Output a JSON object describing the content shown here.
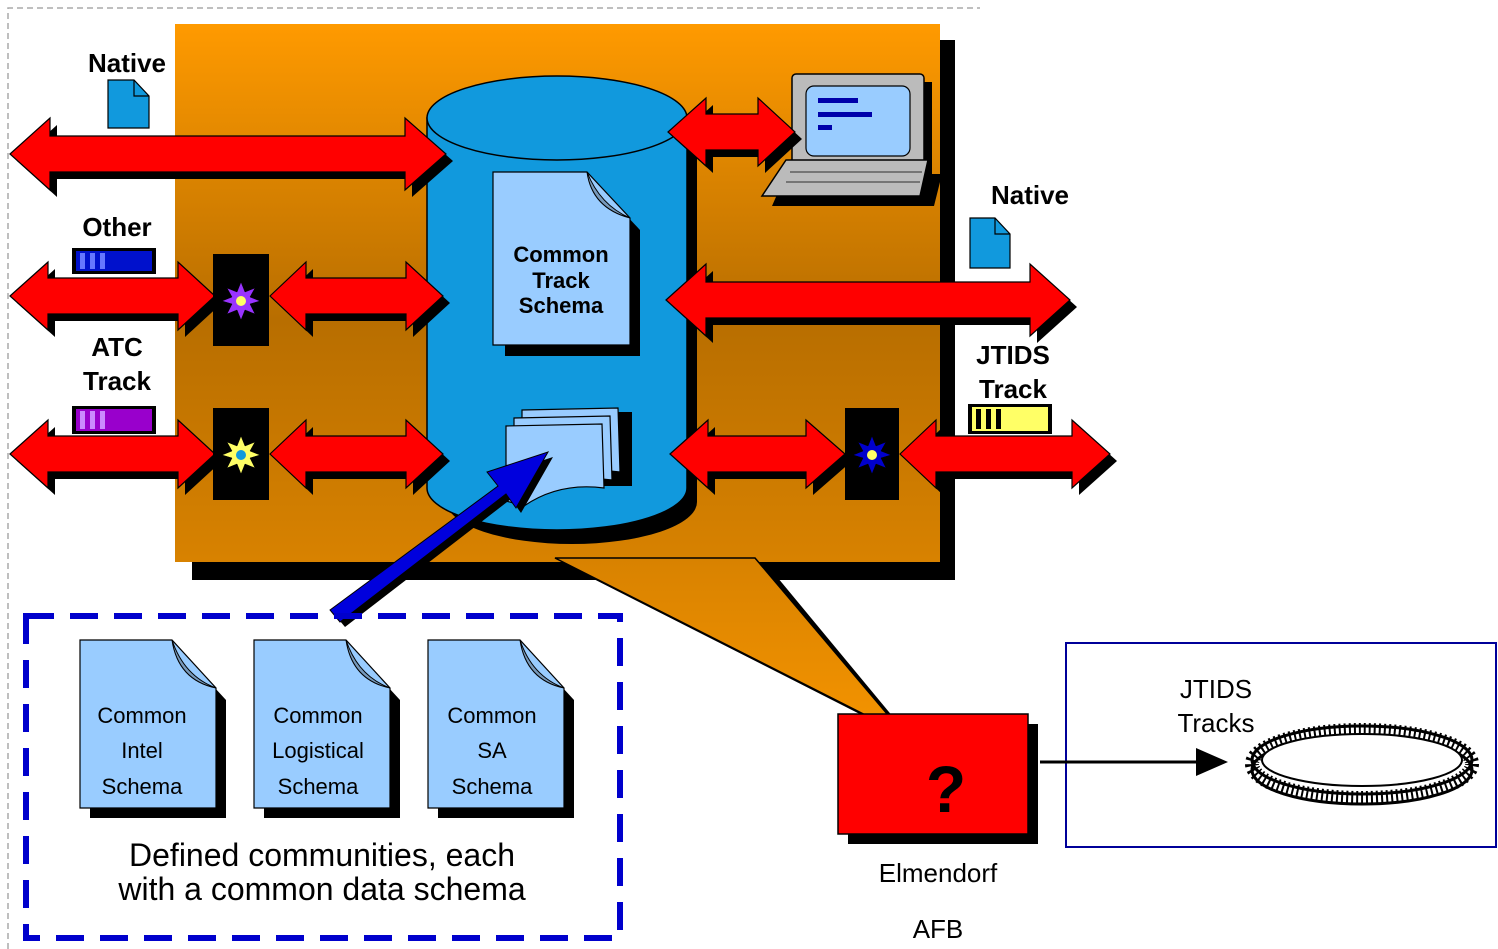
{
  "left_labels": {
    "native": "Native",
    "other": "Other",
    "atc_line1": "ATC",
    "atc_line2": "Track"
  },
  "right_labels": {
    "native": "Native",
    "jtids_line1": "JTIDS",
    "jtids_line2": "Track"
  },
  "database_doc": {
    "line1": "Common",
    "line2": "Track",
    "line3": "Schema"
  },
  "communities": {
    "schemas": [
      {
        "line1": "Common",
        "line2": "Intel",
        "line3": "Schema"
      },
      {
        "line1": "Common",
        "line2": "Logistical",
        "line3": "Schema"
      },
      {
        "line1": "Common",
        "line2": "SA",
        "line3": "Schema"
      }
    ],
    "caption_line1": "Defined communities, each",
    "caption_line2": "with a common data schema"
  },
  "node": {
    "symbol": "?",
    "name_line1": "Elmendorf",
    "name_line2": "AFB"
  },
  "output": {
    "label_line1": "JTIDS",
    "label_line2": "Tracks"
  },
  "colors": {
    "panel_top": "#ff9900",
    "panel_bottom": "#a86400",
    "arrow": "#ff0000",
    "cylinder": "#1199dd",
    "doc": "#99ccff",
    "dashed_border": "#0000cc",
    "node_box": "#ff0000"
  }
}
